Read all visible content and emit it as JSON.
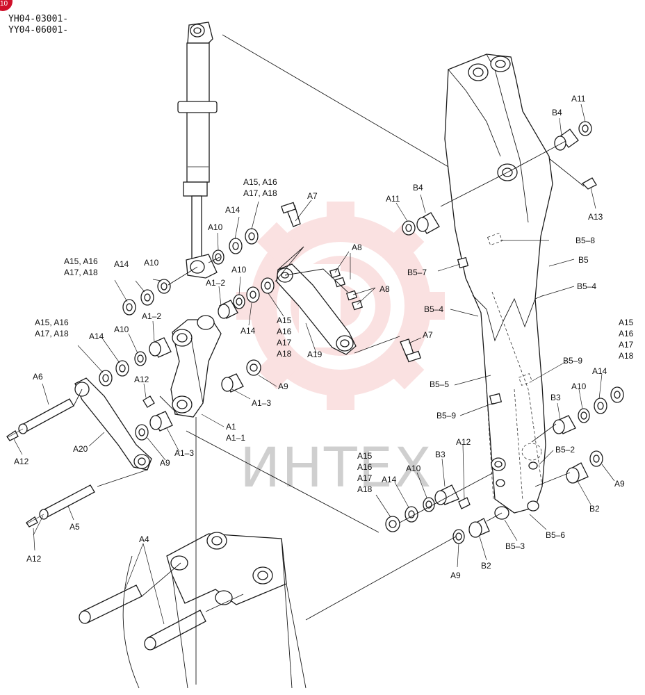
{
  "header": {
    "serial_lines": [
      "YH04-03001-",
      "YY04-06001-"
    ],
    "badge_text": "10"
  },
  "watermark": {
    "text": "ИНТЕХ",
    "color": "#f2b8b8"
  },
  "colors": {
    "line": "#1a1a1a",
    "watermark_logo": "#f6c9c9",
    "watermark_text": "#cfcfcf",
    "badge": "#d0102a"
  },
  "labels": [
    {
      "id": "a11-top",
      "lines": [
        "A11"
      ]
    },
    {
      "id": "b4-top",
      "lines": [
        "B4"
      ]
    },
    {
      "id": "a13",
      "lines": [
        "A13"
      ]
    },
    {
      "id": "a11-mid",
      "lines": [
        "A11"
      ]
    },
    {
      "id": "b4-mid",
      "lines": [
        "B4"
      ]
    },
    {
      "id": "a15-group-top",
      "lines": [
        "A15, A16",
        "A17, A18"
      ]
    },
    {
      "id": "a7-top",
      "lines": [
        "A7"
      ]
    },
    {
      "id": "a14-top",
      "lines": [
        "A14"
      ]
    },
    {
      "id": "a10-top",
      "lines": [
        "A10"
      ]
    },
    {
      "id": "a8-upper",
      "lines": [
        "A8"
      ]
    },
    {
      "id": "a8-lower",
      "lines": [
        "A8"
      ]
    },
    {
      "id": "b5-8",
      "lines": [
        "B5–8"
      ]
    },
    {
      "id": "b5-7",
      "lines": [
        "B5–7"
      ]
    },
    {
      "id": "b5",
      "lines": [
        "B5"
      ]
    },
    {
      "id": "b5-4-right",
      "lines": [
        "B5–4"
      ]
    },
    {
      "id": "b5-4-left",
      "lines": [
        "B5–4"
      ]
    },
    {
      "id": "a15-group-left",
      "lines": [
        "A15, A16",
        "A17, A18"
      ]
    },
    {
      "id": "a14-left",
      "lines": [
        "A14"
      ]
    },
    {
      "id": "a10-left",
      "lines": [
        "A10"
      ]
    },
    {
      "id": "a1-2-upper",
      "lines": [
        "A1–2"
      ]
    },
    {
      "id": "a10-center",
      "lines": [
        "A10"
      ]
    },
    {
      "id": "a1-2-lower",
      "lines": [
        "A1–2"
      ]
    },
    {
      "id": "a14-center",
      "lines": [
        "A14"
      ]
    },
    {
      "id": "a15-vertical",
      "lines": [
        "A15",
        "A16",
        "A17",
        "A18"
      ]
    },
    {
      "id": "a19",
      "lines": [
        "A19"
      ]
    },
    {
      "id": "a7-mid",
      "lines": [
        "A7"
      ]
    },
    {
      "id": "a15-group-far-left",
      "lines": [
        "A15, A16",
        "A17, A18"
      ]
    },
    {
      "id": "a14-far-left",
      "lines": [
        "A14"
      ]
    },
    {
      "id": "a10-far-left",
      "lines": [
        "A10"
      ]
    },
    {
      "id": "a6",
      "lines": [
        "A6"
      ]
    },
    {
      "id": "a12-upper",
      "lines": [
        "A12"
      ]
    },
    {
      "id": "a9-center",
      "lines": [
        "A9"
      ]
    },
    {
      "id": "a1-3-center",
      "lines": [
        "A1–3"
      ]
    },
    {
      "id": "b5-5",
      "lines": [
        "B5–5"
      ]
    },
    {
      "id": "b5-9-right",
      "lines": [
        "B5–9"
      ]
    },
    {
      "id": "b5-9-left",
      "lines": [
        "B5–9"
      ]
    },
    {
      "id": "a15-right-vertical",
      "lines": [
        "A15",
        "A16",
        "A17",
        "A18"
      ]
    },
    {
      "id": "a14-right",
      "lines": [
        "A14"
      ]
    },
    {
      "id": "a10-right",
      "lines": [
        "A10"
      ]
    },
    {
      "id": "b3-right",
      "lines": [
        "B3"
      ]
    },
    {
      "id": "a1",
      "lines": [
        "A1",
        "A1–1"
      ]
    },
    {
      "id": "a1-3-lower",
      "lines": [
        "A1–3"
      ]
    },
    {
      "id": "a9-left",
      "lines": [
        "A9"
      ]
    },
    {
      "id": "a12-left",
      "lines": [
        "A12"
      ]
    },
    {
      "id": "a20",
      "lines": [
        "A20"
      ]
    },
    {
      "id": "a12-mid",
      "lines": [
        "A12"
      ]
    },
    {
      "id": "a15-bottom-vertical",
      "lines": [
        "A15",
        "A16",
        "A17",
        "A18"
      ]
    },
    {
      "id": "a10-bottom",
      "lines": [
        "A10"
      ]
    },
    {
      "id": "b3-bottom",
      "lines": [
        "B3"
      ]
    },
    {
      "id": "a14-bottom",
      "lines": [
        "A14"
      ]
    },
    {
      "id": "b5-2",
      "lines": [
        "B5–2"
      ]
    },
    {
      "id": "a9-right",
      "lines": [
        "A9"
      ]
    },
    {
      "id": "b2-right",
      "lines": [
        "B2"
      ]
    },
    {
      "id": "a5",
      "lines": [
        "A5"
      ]
    },
    {
      "id": "b5-6",
      "lines": [
        "B5–6"
      ]
    },
    {
      "id": "b5-3",
      "lines": [
        "B5–3"
      ]
    },
    {
      "id": "a12-bottom",
      "lines": [
        "A12"
      ]
    },
    {
      "id": "a4",
      "lines": [
        "A4"
      ]
    },
    {
      "id": "a9-bottom",
      "lines": [
        "A9"
      ]
    },
    {
      "id": "b2-bottom",
      "lines": [
        "B2"
      ]
    }
  ]
}
